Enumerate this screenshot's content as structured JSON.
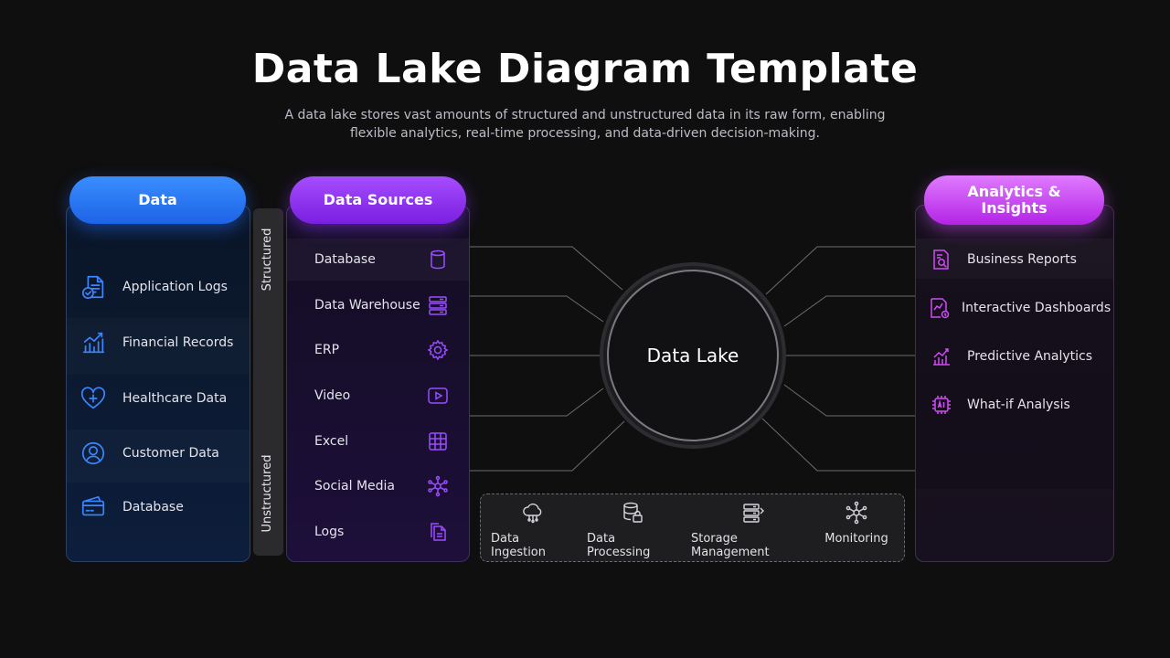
{
  "header": {
    "title": "Data Lake Diagram Template",
    "subtitle_line1": "A data lake stores vast amounts of structured and unstructured data in its raw form, enabling",
    "subtitle_line2": "flexible analytics, real-time processing, and data-driven decision-making."
  },
  "data_panel": {
    "heading": "Data",
    "items": [
      {
        "label": "Application Logs",
        "icon": "document-check-icon"
      },
      {
        "label": "Financial Records",
        "icon": "bar-chart-icon"
      },
      {
        "label": "Healthcare Data",
        "icon": "heart-plus-icon"
      },
      {
        "label": "Customer Data",
        "icon": "user-circle-icon"
      },
      {
        "label": "Database",
        "icon": "credit-card-icon"
      }
    ]
  },
  "side_labels": {
    "structured": "Structured",
    "unstructured": "Unstructured"
  },
  "sources_panel": {
    "heading": "Data Sources",
    "items": [
      {
        "label": "Database",
        "icon": "cylinder-icon"
      },
      {
        "label": "Data Warehouse",
        "icon": "server-icon"
      },
      {
        "label": "ERP",
        "icon": "gear-icon"
      },
      {
        "label": "Video",
        "icon": "play-icon"
      },
      {
        "label": "Excel",
        "icon": "spreadsheet-icon"
      },
      {
        "label": "Social Media",
        "icon": "network-icon"
      },
      {
        "label": "Logs",
        "icon": "files-icon"
      }
    ]
  },
  "center": {
    "label": "Data Lake"
  },
  "processes": [
    {
      "label": "Data Ingestion",
      "icon": "cloud-icon"
    },
    {
      "label": "Data Processing",
      "icon": "database-lock-icon"
    },
    {
      "label": "Storage Management",
      "icon": "storage-icon"
    },
    {
      "label": "Monitoring",
      "icon": "hub-icon"
    }
  ],
  "analytics_panel": {
    "heading": "Analytics & Insights",
    "items": [
      {
        "label": "Business Reports",
        "icon": "report-search-icon"
      },
      {
        "label": "Interactive Dashboards",
        "icon": "dashboard-icon"
      },
      {
        "label": "Predictive Analytics",
        "icon": "growth-chart-icon"
      },
      {
        "label": "What-if Analysis",
        "icon": "ai-chip-icon"
      }
    ]
  },
  "colors": {
    "data_accent": "#2f7bff",
    "sources_accent": "#9b3dff",
    "analytics_accent": "#d04cf5",
    "background": "#0f0f10"
  }
}
